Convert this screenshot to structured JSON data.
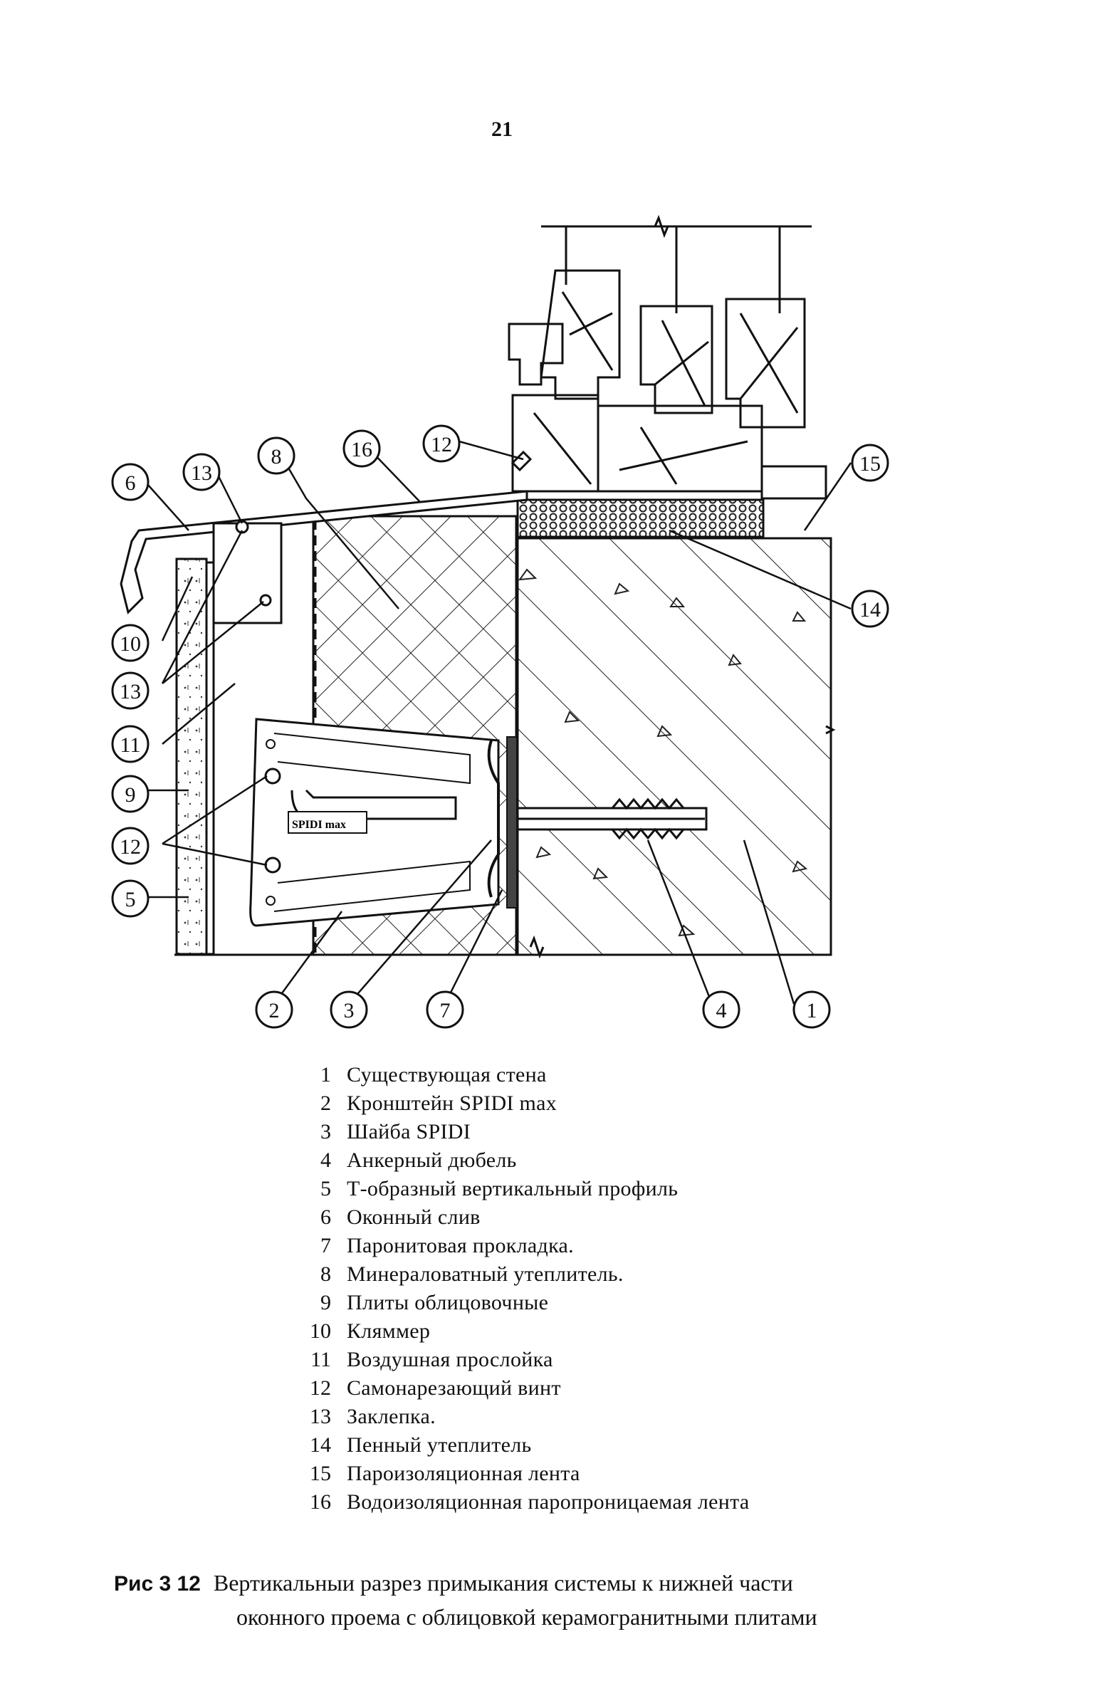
{
  "page_number": "21",
  "callouts": [
    "1",
    "2",
    "3",
    "4",
    "5",
    "6",
    "7",
    "8",
    "9",
    "10",
    "11",
    "12",
    "13",
    "14",
    "15",
    "16"
  ],
  "brand_mark": "SPIDI max",
  "legend": [
    {
      "num": "1",
      "text": "Существующая стена"
    },
    {
      "num": "2",
      "text": "Кронштейн SPIDI max"
    },
    {
      "num": "3",
      "text": "Шайба SPIDI"
    },
    {
      "num": "4",
      "text": "Анкерный дюбель"
    },
    {
      "num": "5",
      "text": "Т-образный вертикальный профиль"
    },
    {
      "num": "6",
      "text": "Оконный слив"
    },
    {
      "num": "7",
      "text": "Паронитовая прокладка."
    },
    {
      "num": "8",
      "text": "Минераловатный утеплитель."
    },
    {
      "num": "9",
      "text": "Плиты облицовочные"
    },
    {
      "num": "10",
      "text": "Кляммер"
    },
    {
      "num": "11",
      "text": "Воздушная прослойка"
    },
    {
      "num": "12",
      "text": "Самонарезающий винт"
    },
    {
      "num": "13",
      "text": "Заклепка."
    },
    {
      "num": "14",
      "text": "Пенный утеплитель"
    },
    {
      "num": "15",
      "text": "Пароизоляционная лента"
    },
    {
      "num": "16",
      "text": "Водоизоляционная паропроницаемая лента"
    }
  ],
  "caption": {
    "figure": "Рис 3 12",
    "line1": "Вертикальныи разрез примыкания системы к нижней части",
    "line2": "оконного проема с облицовкой керамогранитными плитами"
  }
}
